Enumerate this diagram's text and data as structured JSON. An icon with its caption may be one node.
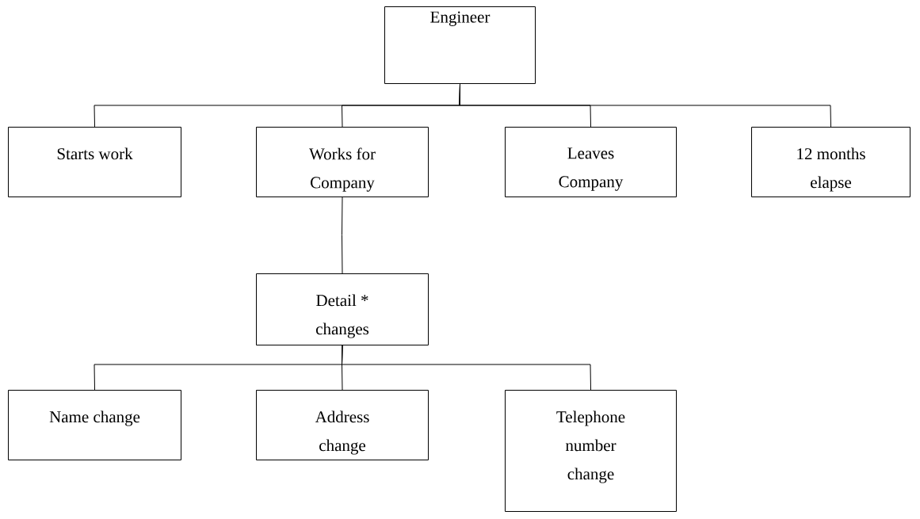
{
  "diagram": {
    "nodes": [
      {
        "text": [
          "Engineer"
        ]
      },
      {
        "text": [
          "Starts work"
        ]
      },
      {
        "text": [
          "Works for Company"
        ]
      },
      {
        "text": [
          "Leaves Company"
        ]
      },
      {
        "text": [
          "12 months elapse"
        ]
      },
      {
        "text": [
          "Detail * changes"
        ]
      },
      {
        "text": [
          "Name change"
        ]
      },
      {
        "text": [
          "Address change"
        ]
      },
      {
        "text": [
          "Telephone number change"
        ]
      }
    ],
    "edges": [
      {
        "from": 0,
        "to": 1,
        "arrow": "none"
      },
      {
        "from": 0,
        "to": 2,
        "arrow": "none"
      },
      {
        "from": 0,
        "to": 3,
        "arrow": "none"
      },
      {
        "from": 0,
        "to": 4,
        "arrow": "none"
      },
      {
        "from": 2,
        "to": 5,
        "arrow": "none"
      },
      {
        "from": 5,
        "to": 6,
        "arrow": "none"
      },
      {
        "from": 5,
        "to": 7,
        "arrow": "none"
      },
      {
        "from": 5,
        "to": 8,
        "arrow": "none"
      }
    ]
  }
}
